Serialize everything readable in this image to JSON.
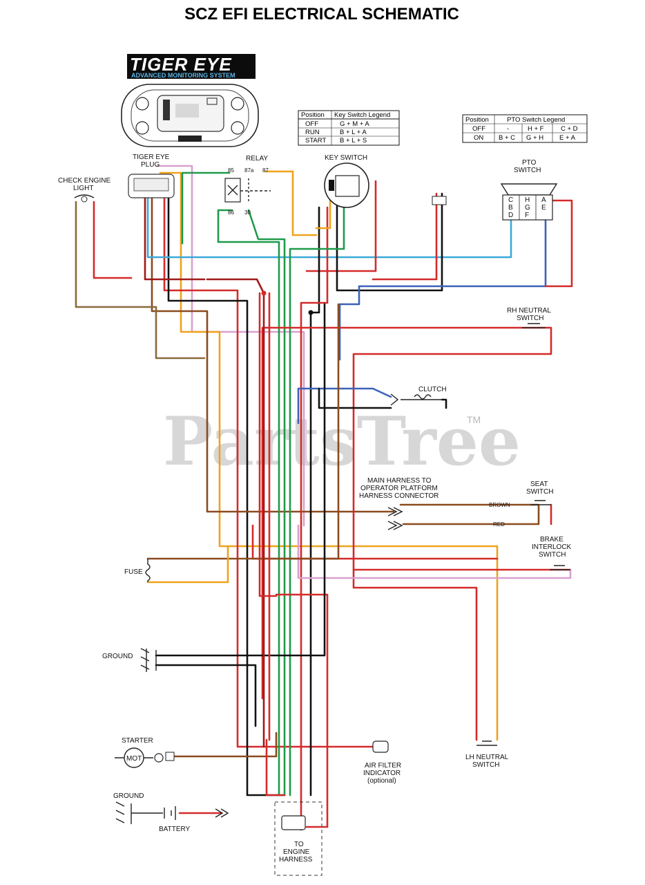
{
  "title": "SCZ EFI ELECTRICAL SCHEMATIC",
  "logo": {
    "name": "TIGER EYE",
    "subtitle": "ADVANCED MONITORING SYSTEM"
  },
  "watermark": {
    "text": "PartsTree",
    "tm": "TM"
  },
  "wire_colors": {
    "red": "#d42a2a",
    "black": "#111111",
    "green": "#1f9a4a",
    "blue": "#3a62b8",
    "light_blue": "#3aa8d8",
    "orange": "#f0a21c",
    "brown": "#8b4a1e",
    "pink": "#d9a0d0",
    "tan": "#8a6a3a",
    "dark_red": "#a01818"
  },
  "key_switch_legend": {
    "headers": [
      "Position",
      "Key Switch Legend"
    ],
    "rows": [
      [
        "OFF",
        "G + M + A"
      ],
      [
        "RUN",
        "B + L + A"
      ],
      [
        "START",
        "B + L + S"
      ]
    ]
  },
  "pto_switch_legend": {
    "headers": [
      "Position",
      "PTO Switch Legend"
    ],
    "rows": [
      [
        "OFF",
        "-",
        "H + F",
        "C + D"
      ],
      [
        "ON",
        "B + C",
        "G + H",
        "E + A"
      ]
    ]
  },
  "labels": {
    "tiger_eye_plug": [
      "TIGER EYE",
      "PLUG"
    ],
    "check_engine_light": [
      "CHECK ENGINE",
      "LIGHT"
    ],
    "relay": "RELAY",
    "relay_pins": [
      "85",
      "87a",
      "87",
      "86",
      "30"
    ],
    "key_switch": "KEY SWITCH",
    "pto_switch": [
      "PTO",
      "SWITCH"
    ],
    "pto_pins": [
      "C",
      "H",
      "A",
      "B",
      "G",
      "E",
      "D",
      "F"
    ],
    "rh_neutral_switch": [
      "RH NEUTRAL",
      "SWITCH"
    ],
    "clutch": "CLUTCH",
    "main_harness_connector": [
      "MAIN HARNESS TO",
      "OPERATOR PLATFORM",
      "HARNESS CONNECTOR"
    ],
    "seat_switch": [
      "SEAT",
      "SWITCH"
    ],
    "brake_interlock_switch": [
      "BRAKE",
      "INTERLOCK",
      "SWITCH"
    ],
    "fuse": "FUSE",
    "ground_upper": "GROUND",
    "starter": "STARTER",
    "starter_mot": "MOT",
    "air_filter_indicator": [
      "AIR FILTER",
      "INDICATOR",
      "(optional)"
    ],
    "lh_neutral_switch": [
      "LH NEUTRAL",
      "SWITCH"
    ],
    "ground_lower": "GROUND",
    "battery": "BATTERY",
    "engine_harness": [
      "TO",
      "ENGINE",
      "HARNESS"
    ],
    "wire_tag_brown": "BROWN",
    "wire_tag_red": "RED"
  },
  "cluster_icons": [
    "oil-icon",
    "engine-icon",
    "battery-icon",
    "service-icon",
    "neutral-icon",
    "fuel-icon"
  ]
}
